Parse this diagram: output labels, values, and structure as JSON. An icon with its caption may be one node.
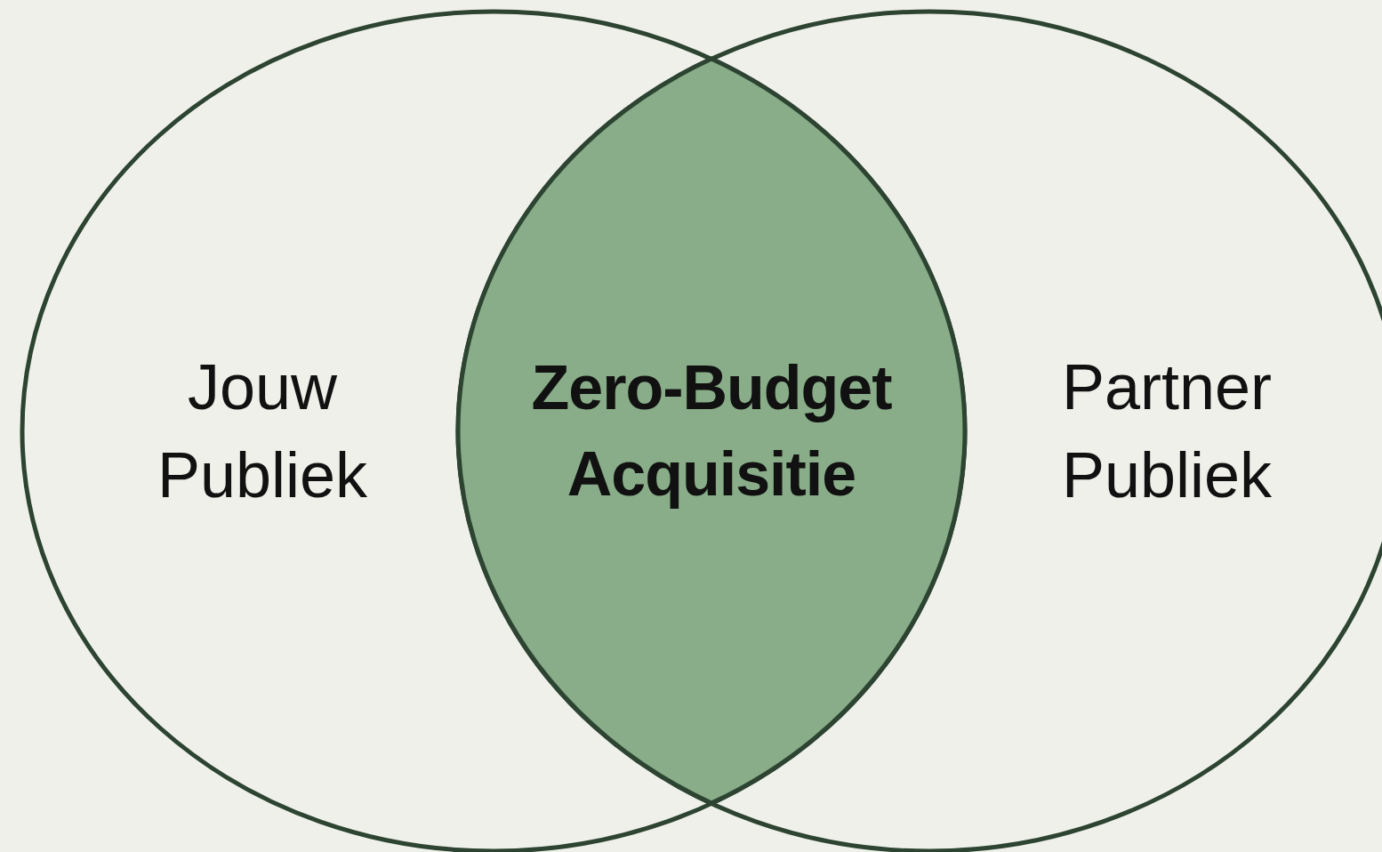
{
  "diagram": {
    "nodes": [
      {
        "text": [
          "Jouw Publiek"
        ]
      },
      {
        "text": [
          "Partner Publiek"
        ]
      },
      {
        "text": [
          "Zero-Budget Acquisitie"
        ]
      }
    ]
  }
}
